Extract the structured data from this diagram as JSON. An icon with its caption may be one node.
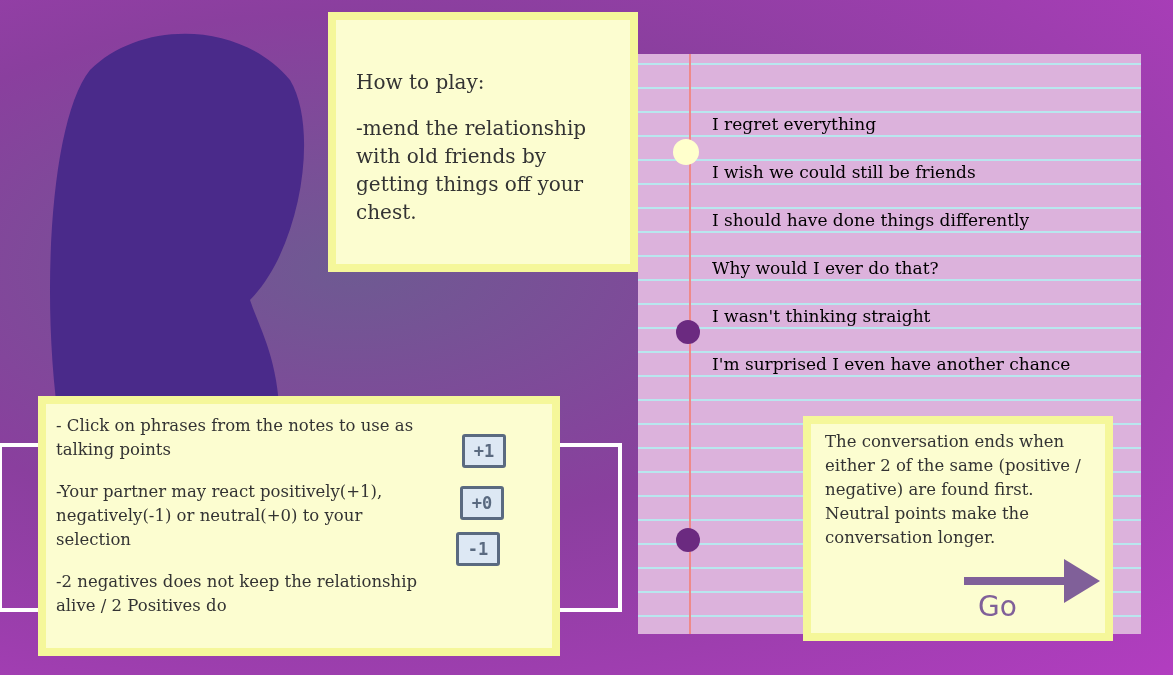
{
  "diagram": {
    "nodes": [
      {
        "text": [
          "How to play:",
          "-mend the relationship with old friends by getting things off your chest."
        ]
      },
      {
        "text": [
          "I regret everything",
          "I wish we could still be friends",
          "I should have done things differently",
          "Why would I ever do that?",
          "I wasn't thinking straight",
          "I'm surprised I even have another chance"
        ]
      },
      {
        "text": [
          "The conversation ends when either 2 of the same (positive / negative) are found first. Neutral points make the conversation longer."
        ],
        "in": 1
      },
      {
        "text": [
          "- Click on phrases from the notes to use as talking points",
          "-Your partner may react positively(+1), negatively(-1) or neutral(+0) to your selection",
          "-2 negatives does not keep the relationship alive / 2 Positives do"
        ]
      },
      {
        "text": [
          "+1"
        ],
        "in": 3
      },
      {
        "text": [
          "+0"
        ],
        "in": 3
      },
      {
        "text": [
          "-1"
        ],
        "in": 3
      }
    ],
    "edges": [],
    "labels": [
      "Go"
    ]
  }
}
